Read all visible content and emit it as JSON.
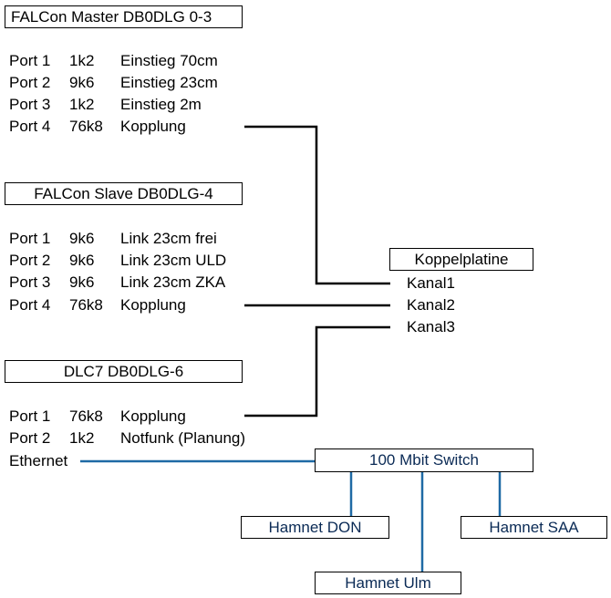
{
  "master": {
    "title": "FALCon Master DB0DLG 0-3",
    "ports": [
      {
        "port": "Port 1",
        "rate": "1k2",
        "desc": "Einstieg 70cm"
      },
      {
        "port": "Port 2",
        "rate": "9k6",
        "desc": "Einstieg 23cm"
      },
      {
        "port": "Port 3",
        "rate": "1k2",
        "desc": "Einstieg 2m"
      },
      {
        "port": "Port 4",
        "rate": "76k8",
        "desc": "Kopplung"
      }
    ]
  },
  "slave": {
    "title": "FALCon Slave DB0DLG-4",
    "ports": [
      {
        "port": "Port 1",
        "rate": "9k6",
        "desc": "Link 23cm frei"
      },
      {
        "port": "Port 2",
        "rate": "9k6",
        "desc": "Link 23cm ULD"
      },
      {
        "port": "Port 3",
        "rate": "9k6",
        "desc": "Link 23cm ZKA"
      },
      {
        "port": "Port 4",
        "rate": "76k8",
        "desc": "Kopplung"
      }
    ]
  },
  "dlc7": {
    "title": "DLC7 DB0DLG-6",
    "ports": [
      {
        "port": "Port 1",
        "rate": "76k8",
        "desc": "Kopplung"
      },
      {
        "port": "Port 2",
        "rate": "1k2",
        "desc": "Notfunk (Planung)"
      }
    ],
    "ethernet": "Ethernet"
  },
  "koppel": {
    "title": "Koppelplatine",
    "channels": [
      "Kanal1",
      "Kanal2",
      "Kanal3"
    ]
  },
  "switch": {
    "title": "100 Mbit Switch"
  },
  "hamnet": {
    "don": "Hamnet DON",
    "saa": "Hamnet SAA",
    "ulm": "Hamnet Ulm"
  },
  "colors": {
    "black_line": "#000000",
    "blue_line": "#1f6aa5",
    "blue_text": "#0a2a55"
  }
}
